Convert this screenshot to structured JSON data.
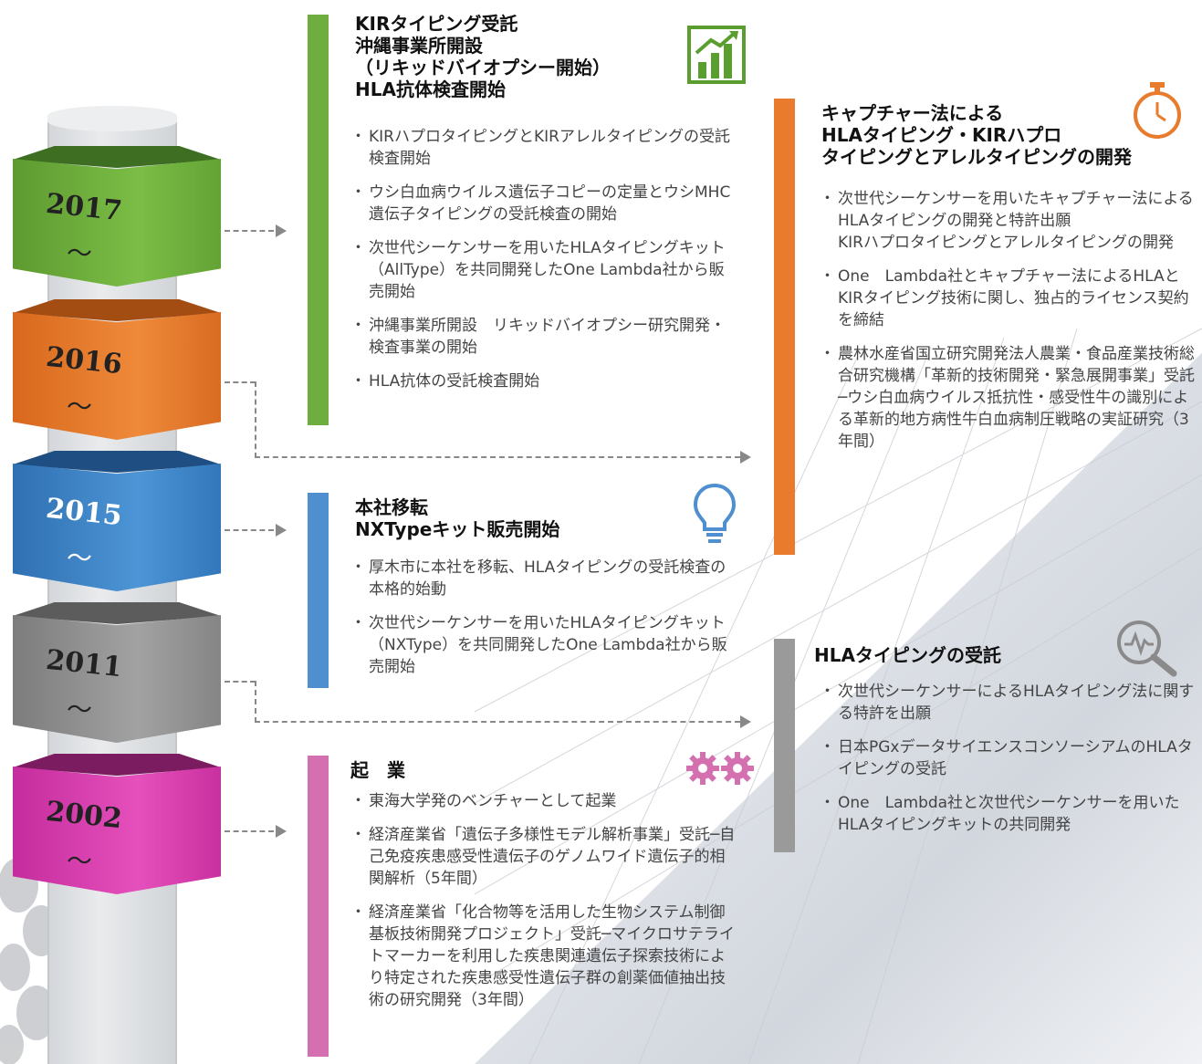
{
  "timeline": [
    {
      "year": "2017",
      "tilde": "〜",
      "color": "#6fae3e"
    },
    {
      "year": "2016",
      "tilde": "〜",
      "color": "#e87b2c"
    },
    {
      "year": "2015",
      "tilde": "〜",
      "color": "#3f86c7"
    },
    {
      "year": "2011",
      "tilde": "〜",
      "color": "#8f8f8f"
    },
    {
      "year": "2002",
      "tilde": "〜",
      "color": "#d63fae"
    }
  ],
  "sections": {
    "s2017": {
      "title": [
        "KIRタイピング受託",
        "沖縄事業所開設",
        "（リキッドバイオプシー開始）",
        "HLA抗体検査開始"
      ],
      "items": [
        "KIRハプロタイピングとKIRアレルタイピングの受託検査開始",
        "ウシ白血病ウイルス遺伝子コピーの定量とウシMHC遺伝子タイピングの受託検査の開始",
        "次世代シーケンサーを用いたHLAタイピングキット（AllType）を共同開発したOne Lambda社から販売開始",
        "沖縄事業所開設　リキッドバイオプシー研究開発・検査事業の開始",
        "HLA抗体の受託検査開始"
      ],
      "icon": "growth-chart-icon"
    },
    "s2016": {
      "title": [
        "キャプチャー法による",
        "HLAタイピング・KIRハプロ",
        "タイピングとアレルタイピングの開発"
      ],
      "items": [
        "次世代シーケンサーを用いたキャプチャー法によるHLAタイピングの開発と特許出願\nKIRハプロタイピングとアレルタイピングの開発",
        "One　Lambda社とキャプチャー法によるHLAとKIRタイピング技術に関し、独占的ライセンス契約を締結",
        "農林水産省国立研究開発法人農業・食品産業技術総合研究機構「革新的技術開発・緊急展開事業」受託─ウシ白血病ウイルス抵抗性・感受性牛の識別による革新的地方病性牛白血病制圧戦略の実証研究（3年間）"
      ],
      "icon": "stopwatch-icon"
    },
    "s2015": {
      "title": [
        "本社移転",
        "NXTypeキット販売開始"
      ],
      "items": [
        "厚木市に本社を移転、HLAタイピングの受託検査の本格的始動",
        "次世代シーケンサーを用いたHLAタイピングキット（NXType）を共同開発したOne Lambda社から販売開始"
      ],
      "icon": "lightbulb-icon"
    },
    "s2011": {
      "title": [
        "HLAタイピングの受託"
      ],
      "items": [
        "次世代シーケンサーによるHLAタイピング法に関する特許を出願",
        "日本PGxデータサイエンスコンソーシアムのHLAタイピングの受託",
        "One　Lambda社と次世代シーケンサーを用いたHLAタイピングキットの共同開発"
      ],
      "icon": "magnifier-pulse-icon"
    },
    "s2002": {
      "title": [
        "起　業"
      ],
      "items": [
        "東海大学発のベンチャーとして起業",
        "経済産業省「遺伝子多様性モデル解析事業」受託─自己免疫疾患感受性遺伝子のゲノムワイド遺伝子的相関解析（5年間）",
        "経済産業省「化合物等を活用した生物システム制御基板技術開発プロジェクト」受託─マイクロサテライトマーカーを利用した疾患関連遺伝子探索技術により特定された疾患感受性遺伝子群の創薬価値抽出技術の研究開発（3年間）"
      ],
      "icon": "gears-icon"
    }
  }
}
